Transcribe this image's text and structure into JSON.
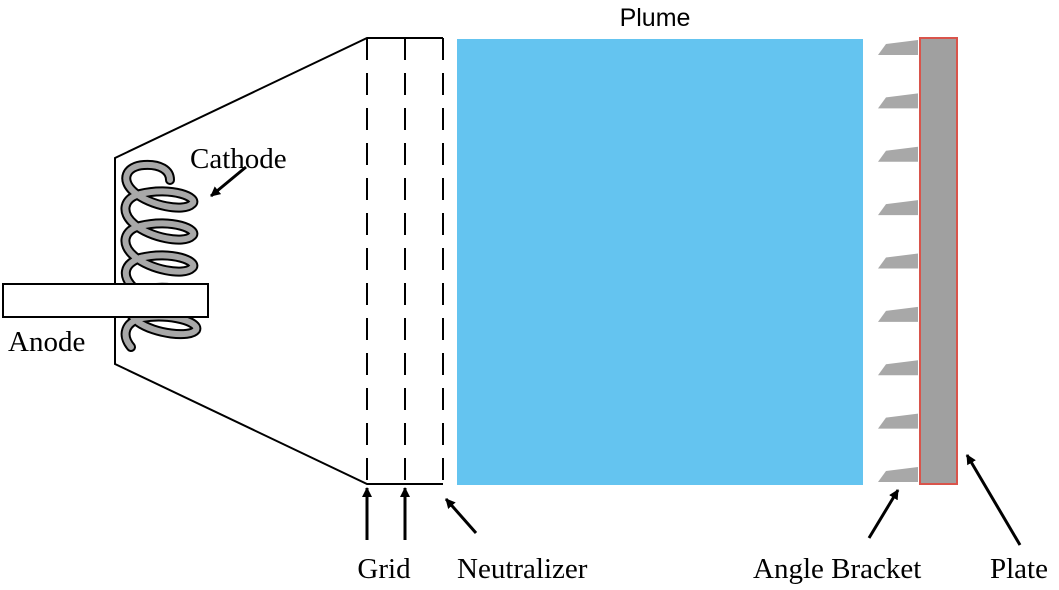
{
  "labels": {
    "plume": "Plume",
    "cathode": "Cathode",
    "anode": "Anode",
    "grid": "Grid",
    "neutralizer": "Neutralizer",
    "angle_bracket": "Angle Bracket",
    "plate": "Plate"
  },
  "colors": {
    "plume": "#64C4F0",
    "plate_fill": "#A0A0A0",
    "plate_border": "#D9544B",
    "bracket": "#A8A8A8",
    "coil": "#A8A8A8",
    "line": "#000000"
  },
  "angle_bracket_count": 9
}
